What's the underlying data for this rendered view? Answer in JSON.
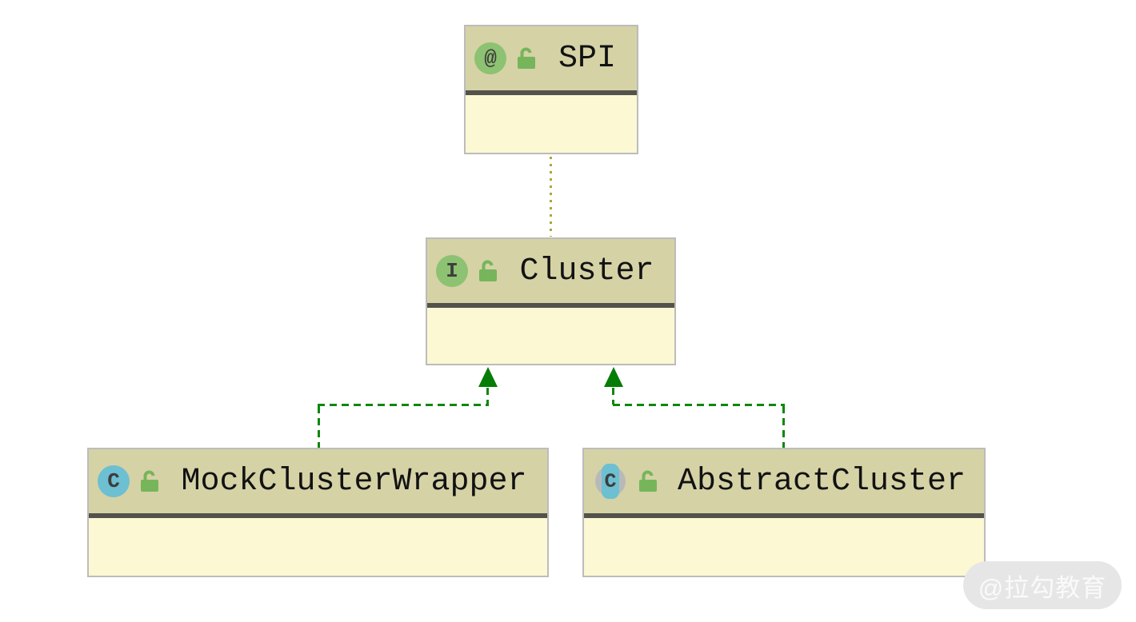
{
  "diagram": {
    "kind": "uml-class-diagram",
    "nodes": {
      "spi": {
        "name": "SPI",
        "stereotype": "annotation",
        "icon_letter": "@",
        "visibility_icon": "open-lock"
      },
      "cluster": {
        "name": "Cluster",
        "stereotype": "interface",
        "icon_letter": "I",
        "visibility_icon": "open-lock"
      },
      "mock_cluster_wrapper": {
        "name": "MockClusterWrapper",
        "stereotype": "class",
        "icon_letter": "C",
        "visibility_icon": "open-lock"
      },
      "abstract_cluster": {
        "name": "AbstractCluster",
        "stereotype": "abstract-class",
        "icon_letter": "C",
        "visibility_icon": "open-lock"
      }
    },
    "edges": [
      {
        "from": "Cluster",
        "to": "SPI",
        "type": "annotation-dependency",
        "line_style": "dotted",
        "color": "#a9a83a",
        "arrowhead": "none"
      },
      {
        "from": "MockClusterWrapper",
        "to": "Cluster",
        "type": "realization",
        "line_style": "dashed",
        "color": "#0e870e",
        "arrowhead": "solid-triangle"
      },
      {
        "from": "AbstractCluster",
        "to": "Cluster",
        "type": "realization",
        "line_style": "dashed",
        "color": "#0e870e",
        "arrowhead": "solid-triangle"
      }
    ],
    "colors": {
      "node_header": "#d5d2a6",
      "node_body": "#fbf8d3",
      "node_border": "#bcbcbc",
      "header_separator": "#53524b",
      "interface_annotation_badge": "#8cc271",
      "class_badge": "#6dbfd2",
      "abstract_ring": "#b9b9b9",
      "lock_green": "#77b55a",
      "realization_green": "#0e870e",
      "arrowhead_green": "#067d06",
      "dotted_olive": "#a9a83a"
    }
  },
  "watermark": {
    "label": "@拉勾教育"
  }
}
